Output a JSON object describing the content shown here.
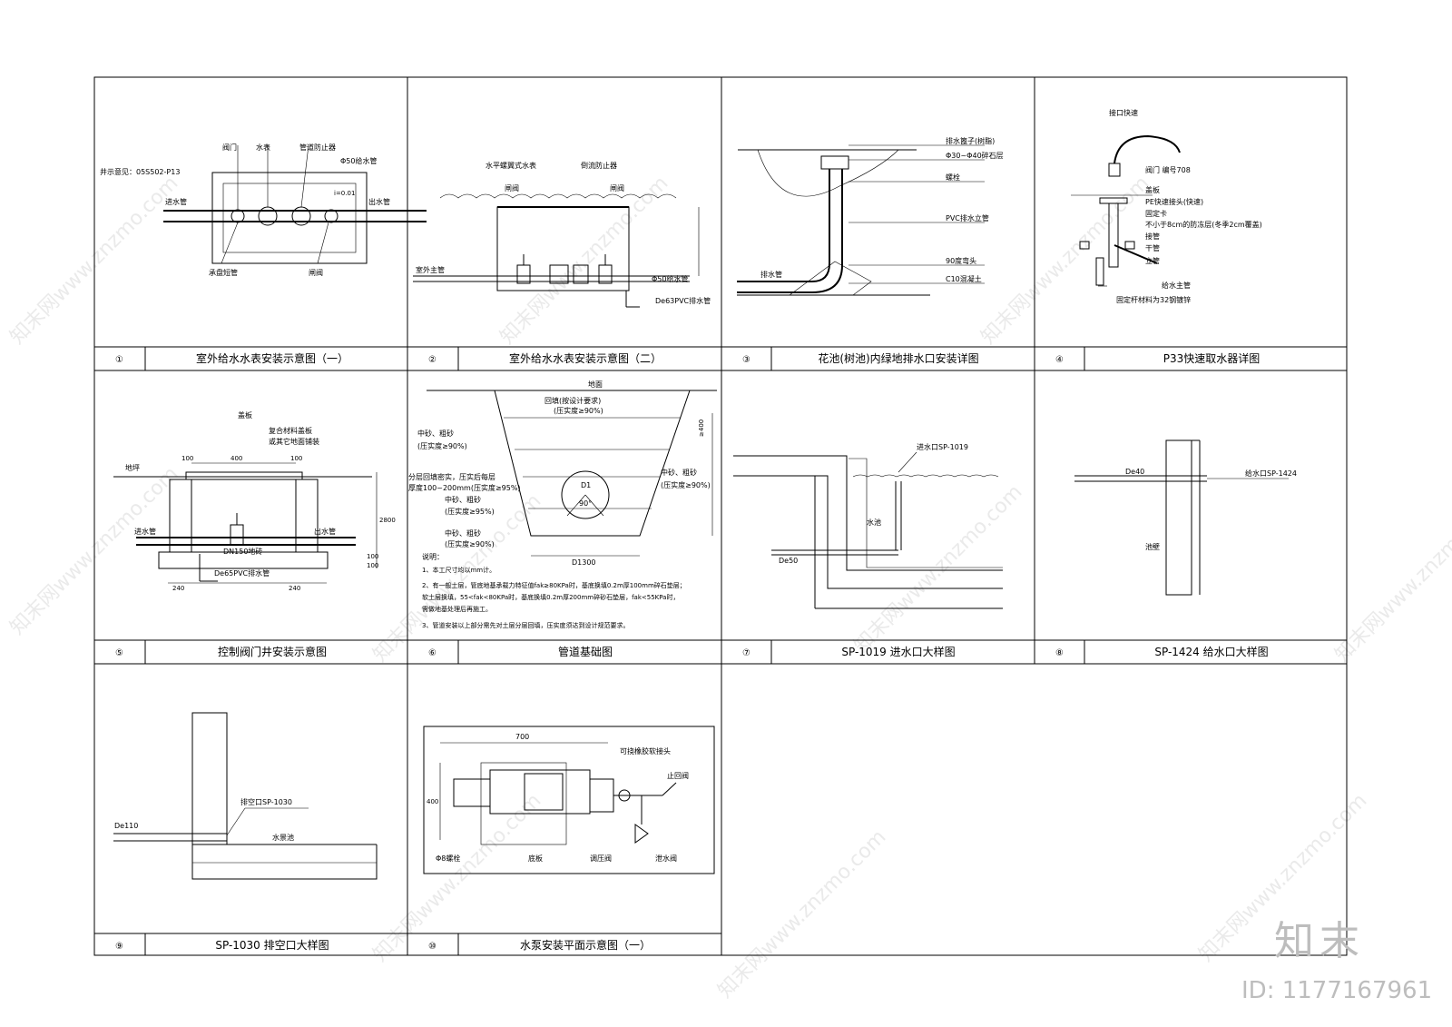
{
  "panels": [
    {
      "num": "①",
      "title": "室外给水水表安装示意图（一）",
      "labels": {
        "ref": "井示意见：05S502-P13",
        "valve": "阀门",
        "meter": "水表",
        "backflow": "管道防止器",
        "pipe50": "Φ50给水管",
        "inflow": "进水管",
        "outflow": "出水管",
        "fitting": "承盘短管",
        "well": "闸阀",
        "slope": "i=0.01"
      }
    },
    {
      "num": "②",
      "title": "室外给水水表安装示意图（二）",
      "labels": {
        "meter": "水平螺翼式水表",
        "backflow": "倒流防止器",
        "valve1": "闸阀",
        "valve2": "闸阀",
        "main": "室外主管",
        "pipe": "Φ50给水管",
        "drain": "De63PVC排水管"
      }
    },
    {
      "num": "③",
      "title": "花池(树池)内绿地排水口安装详图",
      "labels": {
        "l1": "排水篦子(树脂)",
        "l2": "Φ30~Φ40碎石层",
        "l3": "螺栓",
        "l4": "PVC排水立管",
        "l5": "90度弯头",
        "l6": "C10混凝土",
        "l7": "排水管"
      }
    },
    {
      "num": "④",
      "title": "P33快速取水器详图",
      "labels": {
        "l1": "接口快速",
        "l2": "阀门 编号708",
        "l3": "盖板",
        "l4": "PE快速接头(快速)",
        "l5": "固定卡",
        "l6": "不小于8cm的防冻层(冬季2cm覆盖)",
        "l7": "接管",
        "l8": "干管",
        "l9": "立管",
        "l10": "给水主管",
        "l11": "固定杆材料为32钢镀锌"
      }
    },
    {
      "num": "⑤",
      "title": "控制阀门井安装示意图",
      "labels": {
        "l1": "盖板",
        "l2": "复合材料盖板",
        "l3": "或其它地面铺装",
        "l4": "地坪",
        "l5": "进水管",
        "l6": "出水管",
        "l7": "DN150地砖",
        "l8": "De65PVC排水管",
        "d1": "100",
        "d2": "400",
        "d3": "100",
        "d4": "240",
        "d5": "240",
        "d6": "2800",
        "d7": "100",
        "d8": "100"
      }
    },
    {
      "num": "⑥",
      "title": "管道基础图",
      "labels": {
        "top": "地面",
        "fill": "回填(按设计要求)",
        "compact": "(压实度≥90%)",
        "sand": "中砂、粗砂",
        "c1": "(压实度≥90%)",
        "layer": "分层回填密实，压实后每层",
        "thick": "厚度100~200mm(压实度≥95%)",
        "c2": "中砂、粗砂",
        "c3": "(压实度≥95%)",
        "c4": "中砂、粗砂",
        "c5": "(压实度≥90%)",
        "right": "中砂、粗砂",
        "c6": "(压实度≥90%)",
        "pipe": "D1",
        "angle": "90°",
        "w": "D1300",
        "d400": "≥400",
        "n1": "说明：",
        "n2": "1、本工尺寸均以mm计。",
        "n3": "2、有一般土层，管底地基承载力特征值fak≥80KPa时，基底换填0.2m厚100mm碎石垫层；",
        "n4": "软土层换填，55<fak<80KPa时，基底换填0.2m厚200mm碎砂石垫层，fak<55KPa时，",
        "n5": "需做地基处理后再施工。",
        "n6": "3、管道安装以上部分需先对土层分层回填，压实度须达到设计规范要求。"
      }
    },
    {
      "num": "⑦",
      "title": "SP-1019 进水口大样图",
      "labels": {
        "l1": "进水口SP-1019",
        "l2": "水池",
        "l3": "De50"
      }
    },
    {
      "num": "⑧",
      "title": "SP-1424 给水口大样图",
      "labels": {
        "l1": "De40",
        "l2": "给水口SP-1424",
        "l3": "池壁"
      }
    },
    {
      "num": "⑨",
      "title": "SP-1030 排空口大样图",
      "labels": {
        "l1": "排空口SP-1030",
        "l2": "水景池",
        "l3": "De110"
      }
    },
    {
      "num": "⑩",
      "title": "水泵安装平面示意图（一）",
      "labels": {
        "l1": "700",
        "l2": "可挠橡胶软接头",
        "l3": "止回阀",
        "l4": "400",
        "l5": "Φ8螺栓",
        "l6": "底板",
        "l7": "调压阀",
        "l8": "泄水阀"
      }
    }
  ],
  "watermark": {
    "text": "知末网www.znzmo.com"
  },
  "brand": {
    "name": "知末",
    "id": "ID: 1177167961"
  }
}
